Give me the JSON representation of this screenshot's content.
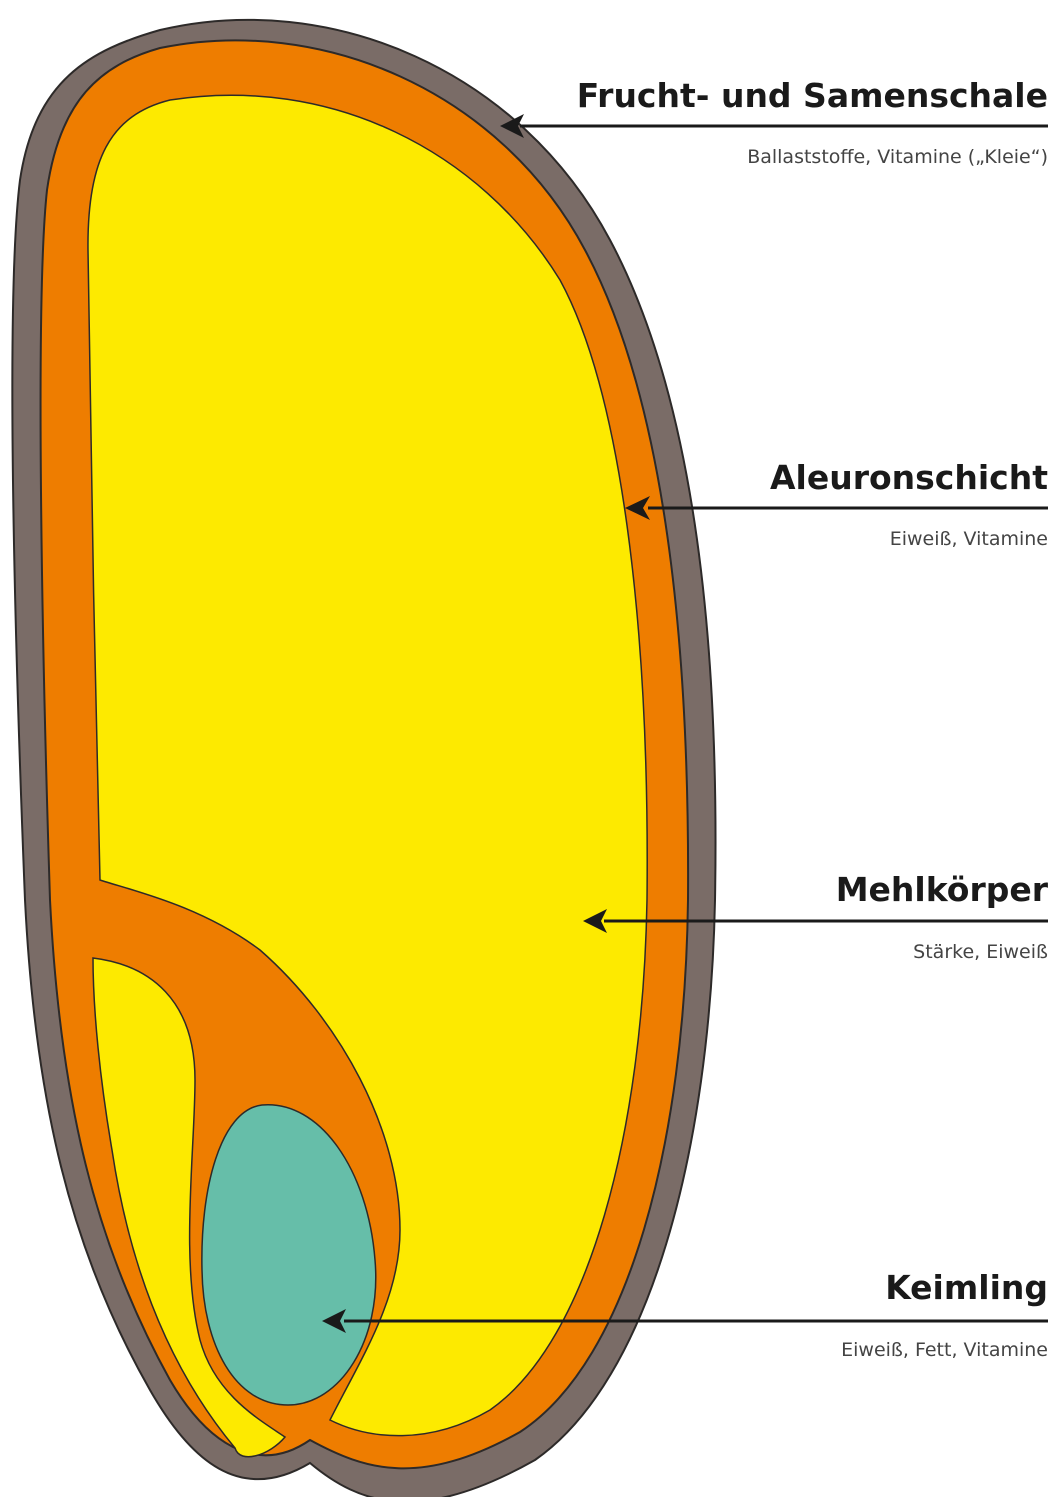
{
  "colors": {
    "husk": "#7a6c67",
    "aleurone": "#ee7d00",
    "endosperm": "#fdea00",
    "germ": "#66bea9",
    "outline": "#2d2a29",
    "arrow": "#1a1a1a"
  },
  "labels": [
    {
      "title": "Frucht- und Samenschale",
      "desc": "Ballaststoffe, Vitamine („Kleie“)"
    },
    {
      "title": "Aleuronschicht",
      "desc": "Eiweiß, Vitamine"
    },
    {
      "title": "Mehlkörper",
      "desc": "Stärke, Eiweiß"
    },
    {
      "title": "Keimling",
      "desc": "Eiweiß, Fett, Vitamine"
    }
  ]
}
